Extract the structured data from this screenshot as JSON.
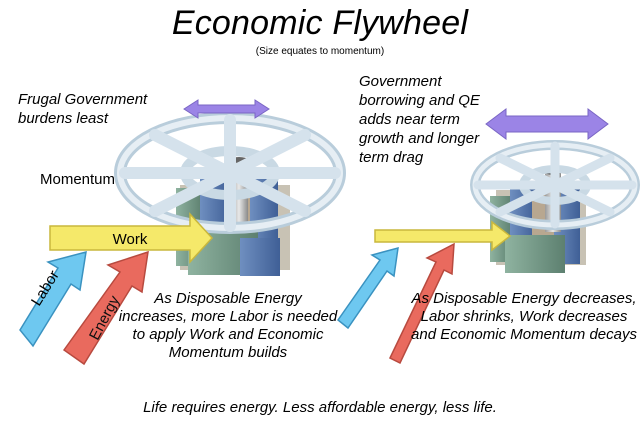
{
  "title": "Economic Flywheel",
  "subtitle": "(Size equates to momentum)",
  "left": {
    "note": "Frugal Government burdens least",
    "momentum_label": "Momentum",
    "work_label": "Work",
    "labor_label": "Labor",
    "energy_label": "Energy",
    "caption": "As Disposable Energy increases, more Labor is needed to apply Work and Economic Momentum builds"
  },
  "right": {
    "note": "Government borrowing and QE adds near term growth and longer term drag",
    "caption": "As Disposable Energy decreases, Labor shrinks, Work decreases and Economic Momentum decays"
  },
  "footer": "Life requires energy. Less affordable energy, less life.",
  "colors": {
    "work_arrow": "#f5e96a",
    "labor_arrow": "#6ec8f0",
    "energy_arrow": "#e96a5e",
    "momentum_arrow": "#9b84e6",
    "wheel": "#d9e6ef"
  }
}
